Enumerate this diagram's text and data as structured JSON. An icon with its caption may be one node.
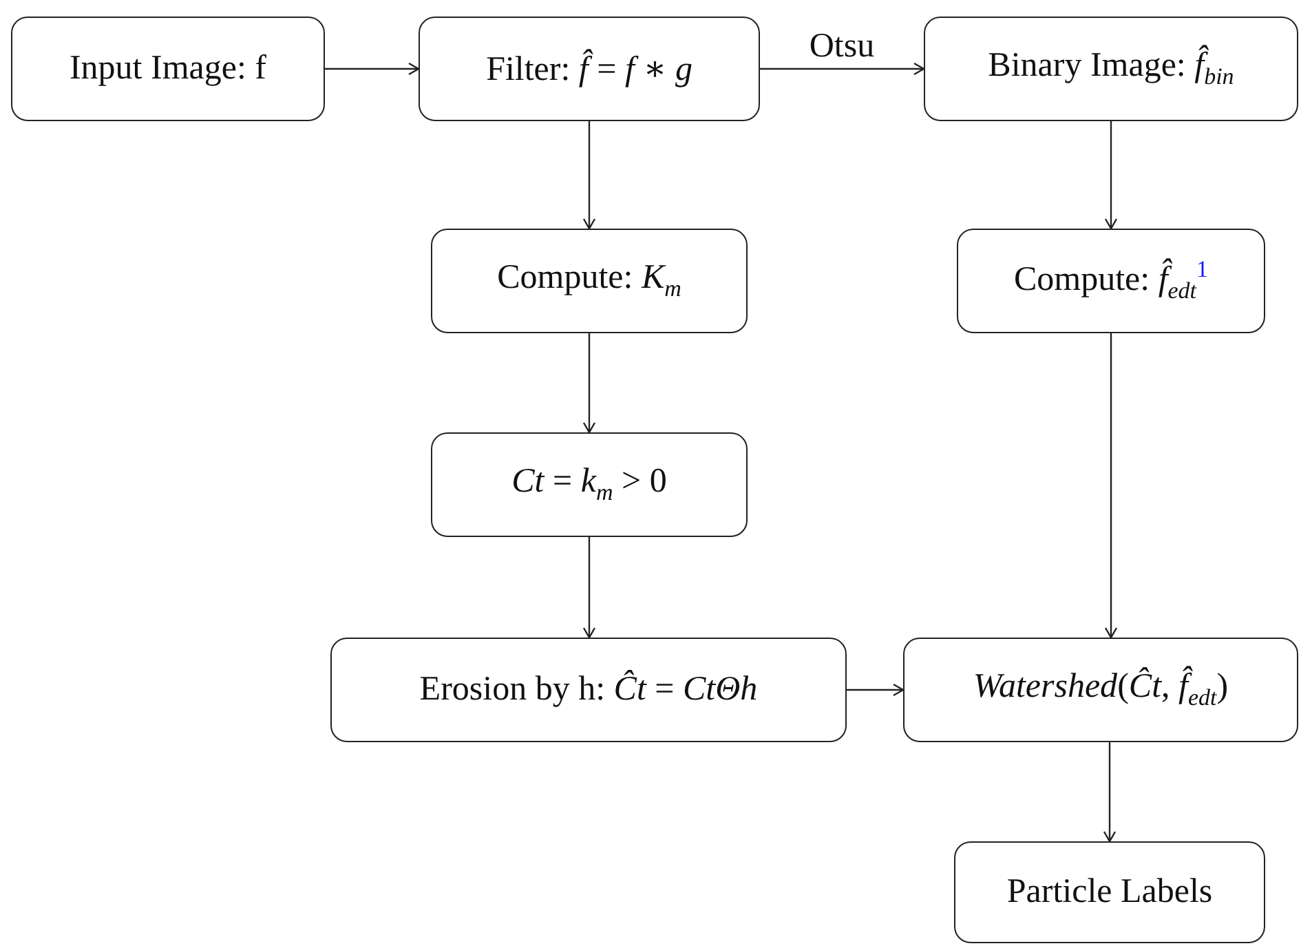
{
  "diagram": {
    "nodes": [
      {
        "text": [
          "Input Image: f"
        ]
      },
      {
        "text": [
          "Filter: *f̂* = *f* ∗ *g*"
        ]
      },
      {
        "text": [
          "Binary Image: *f̂*$_{bin}$"
        ]
      },
      {
        "text": [
          "Compute: *K*$_{m}$"
        ]
      },
      {
        "text": [
          "Compute: *f̂*$_{edt}$$^{1}$"
        ]
      },
      {
        "text": [
          "*Ct* = *k*$_{m}$ > 0"
        ]
      },
      {
        "text": [
          "Erosion by h: *Ĉt* = *CtΘh*"
        ]
      },
      {
        "text": [
          "*Watershed*(*Ĉt*, *f̂*$_{edt}$)"
        ]
      },
      {
        "text": [
          "Particle Labels"
        ]
      }
    ],
    "edges": [
      {
        "from": 0,
        "to": 1,
        "arrow": "to"
      },
      {
        "from": 1,
        "to": 2,
        "arrow": "to",
        "label": "Otsu"
      },
      {
        "from": 1,
        "to": 3,
        "arrow": "to"
      },
      {
        "from": 3,
        "to": 5,
        "arrow": "to"
      },
      {
        "from": 5,
        "to": 6,
        "arrow": "to"
      },
      {
        "from": 6,
        "to": 7,
        "arrow": "to"
      },
      {
        "from": 2,
        "to": 4,
        "arrow": "to"
      },
      {
        "from": 4,
        "to": 7,
        "arrow": "to"
      },
      {
        "from": 7,
        "to": 8,
        "arrow": "to"
      }
    ]
  }
}
